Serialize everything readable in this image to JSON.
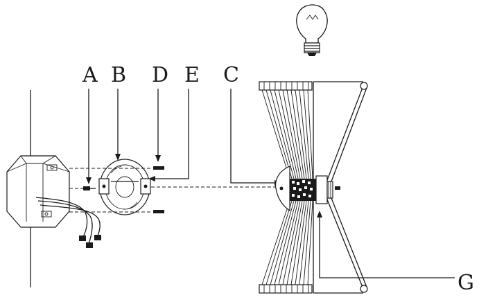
{
  "labels": {
    "a": "A",
    "b": "B",
    "d": "D",
    "e": "E",
    "c": "C",
    "g": "G"
  },
  "icons": [
    "light-bulb-icon"
  ],
  "colors": {
    "ink": "#1a1a1a",
    "background": "#ffffff"
  }
}
